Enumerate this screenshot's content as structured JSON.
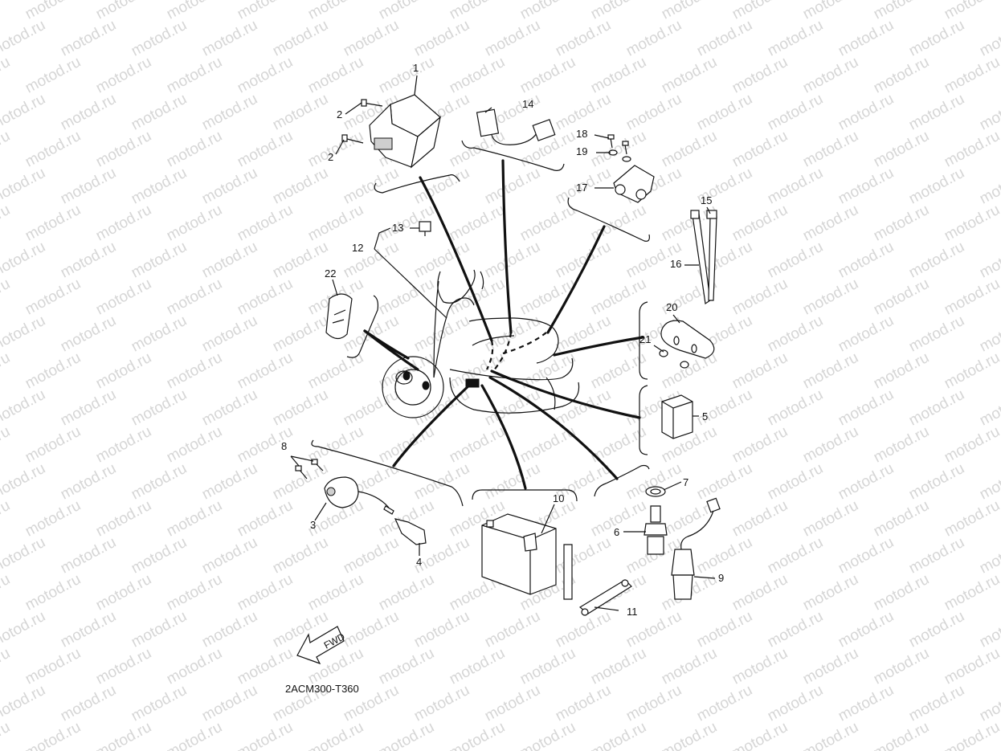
{
  "watermark": "motod.ru",
  "diagram_code": "2ACM300-T360",
  "fwd_label": "FWD",
  "callouts": [
    {
      "id": "1",
      "label": "1"
    },
    {
      "id": "2a",
      "label": "2"
    },
    {
      "id": "2b",
      "label": "2"
    },
    {
      "id": "3",
      "label": "3"
    },
    {
      "id": "4",
      "label": "4"
    },
    {
      "id": "5",
      "label": "5"
    },
    {
      "id": "6",
      "label": "6"
    },
    {
      "id": "7",
      "label": "7"
    },
    {
      "id": "8",
      "label": "8"
    },
    {
      "id": "9",
      "label": "9"
    },
    {
      "id": "10",
      "label": "10"
    },
    {
      "id": "11",
      "label": "11"
    },
    {
      "id": "12",
      "label": "12"
    },
    {
      "id": "13",
      "label": "13"
    },
    {
      "id": "14",
      "label": "14"
    },
    {
      "id": "15",
      "label": "15"
    },
    {
      "id": "16",
      "label": "16"
    },
    {
      "id": "17",
      "label": "17"
    },
    {
      "id": "18",
      "label": "18"
    },
    {
      "id": "19",
      "label": "19"
    },
    {
      "id": "20",
      "label": "20"
    },
    {
      "id": "21",
      "label": "21"
    },
    {
      "id": "22",
      "label": "22"
    }
  ]
}
